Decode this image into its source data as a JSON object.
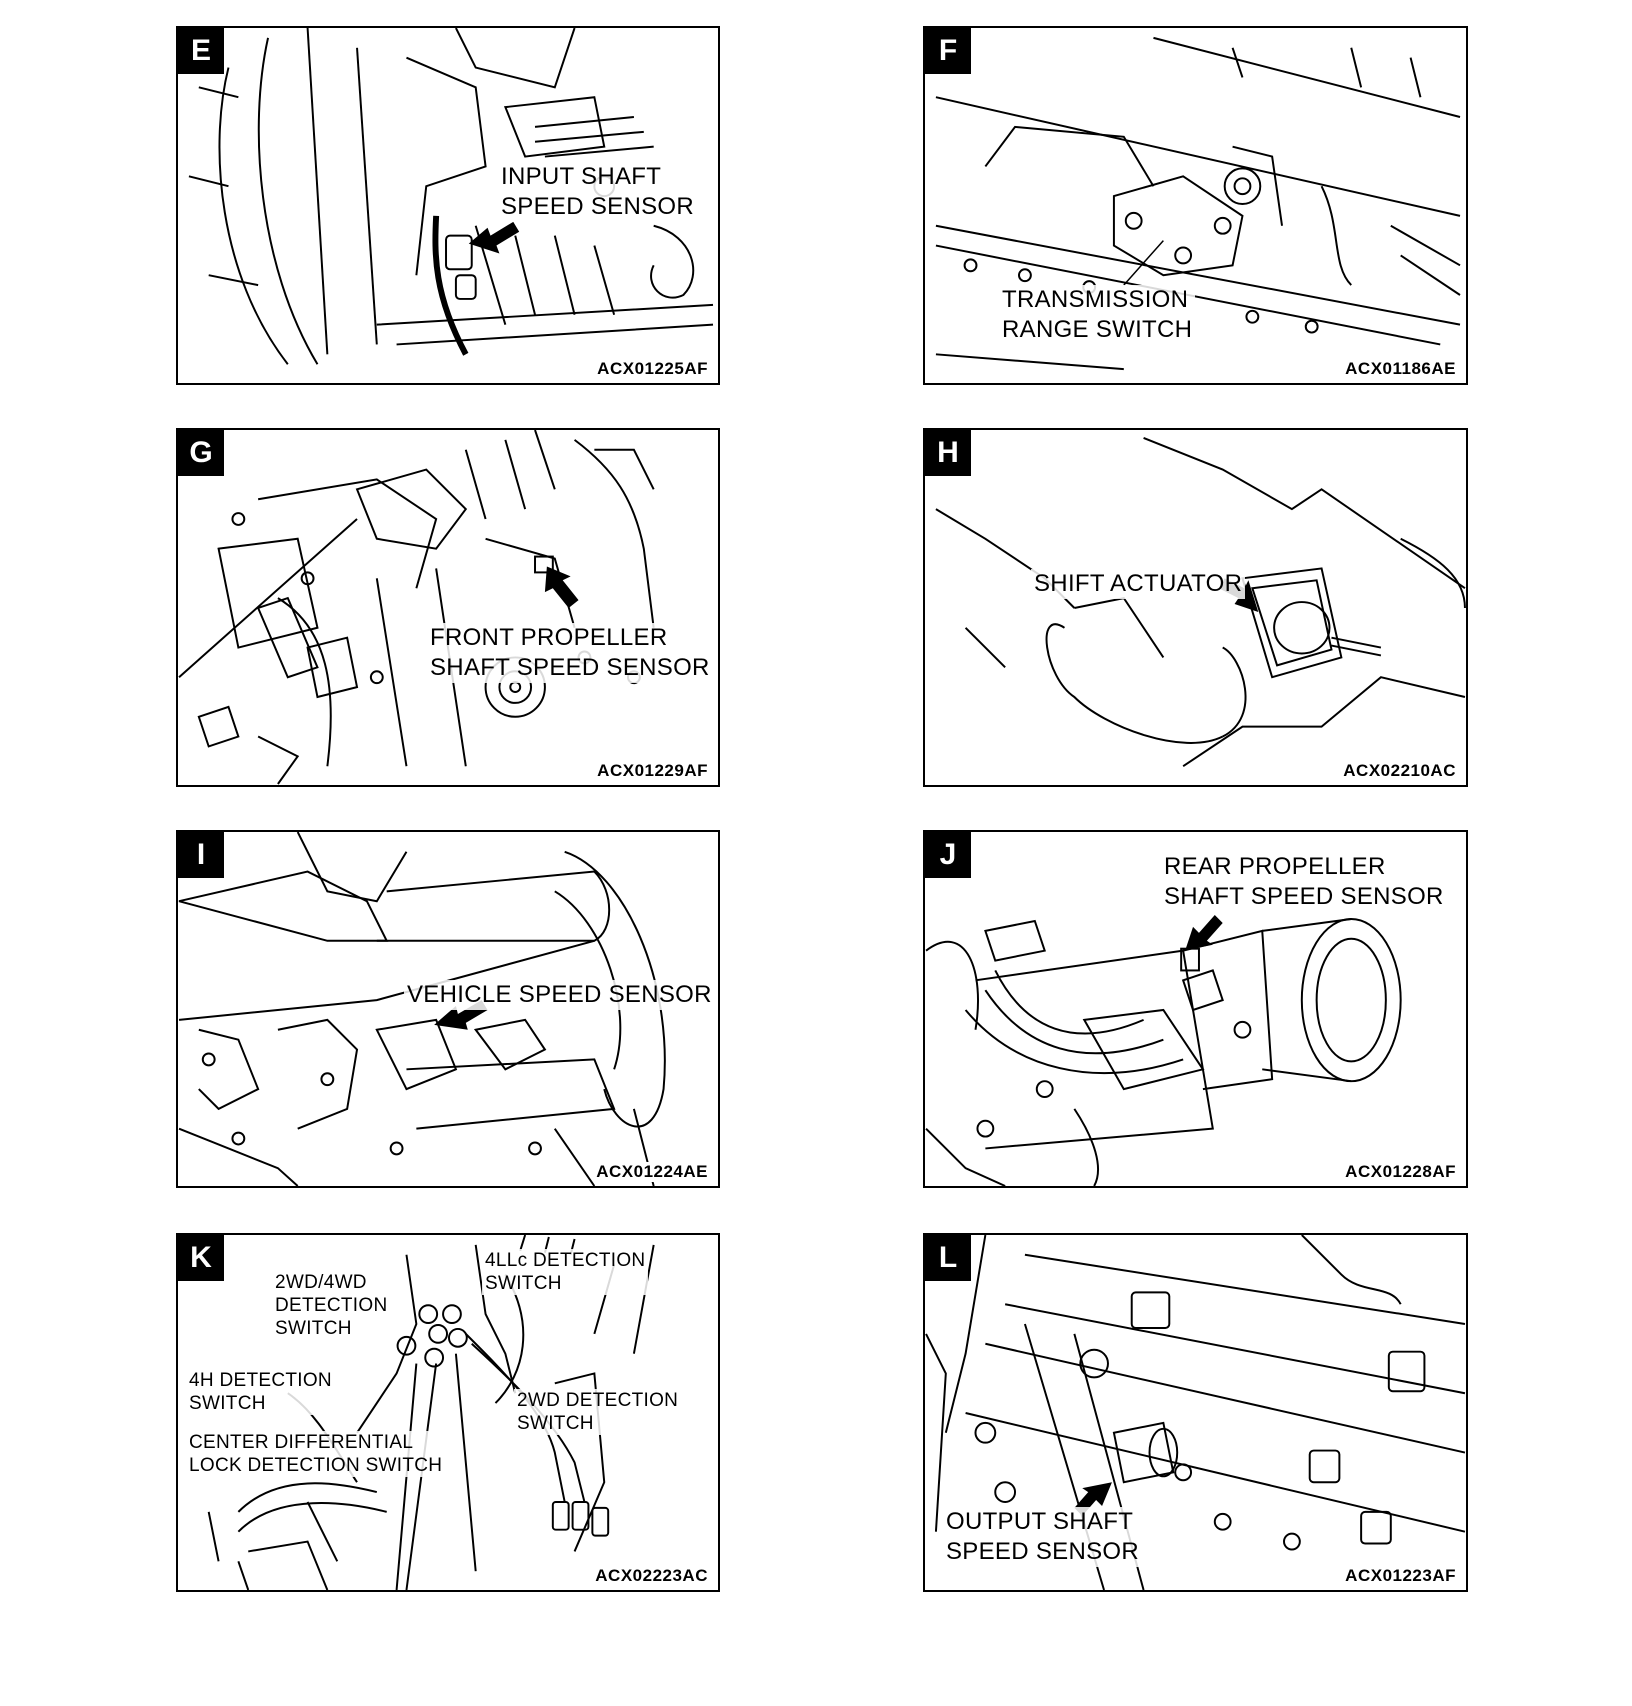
{
  "panels": {
    "E": {
      "letter": "E",
      "label_line1": "INPUT SHAFT",
      "label_line2": "SPEED SENSOR",
      "code": "ACX01225AF"
    },
    "F": {
      "letter": "F",
      "label_line1": "TRANSMISSION",
      "label_line2": "RANGE SWITCH",
      "code": "ACX01186AE"
    },
    "G": {
      "letter": "G",
      "label_line1": "FRONT PROPELLER",
      "label_line2": "SHAFT SPEED SENSOR",
      "code": "ACX01229AF"
    },
    "H": {
      "letter": "H",
      "label_line1": "SHIFT ACTUATOR",
      "code": "ACX02210AC"
    },
    "I": {
      "letter": "I",
      "label_line1": "VEHICLE SPEED SENSOR",
      "code": "ACX01224AE"
    },
    "J": {
      "letter": "J",
      "label_line1": "REAR PROPELLER",
      "label_line2": "SHAFT SPEED SENSOR",
      "code": "ACX01228AF"
    },
    "K": {
      "letter": "K",
      "labels": {
        "lllc_1": "4LLc DETECTION",
        "lllc_2": "SWITCH",
        "twofour_1": "2WD/4WD",
        "twofour_2": "DETECTION",
        "twofour_3": "SWITCH",
        "fourh_1": "4H DETECTION",
        "fourh_2": "SWITCH",
        "twowd_1": "2WD DETECTION",
        "twowd_2": "SWITCH",
        "center_1": "CENTER DIFFERENTIAL",
        "center_2": "LOCK DETECTION SWITCH"
      },
      "code": "ACX02223AC"
    },
    "L": {
      "letter": "L",
      "label_line1": "OUTPUT SHAFT",
      "label_line2": "SPEED SENSOR",
      "code": "ACX01223AF"
    }
  }
}
